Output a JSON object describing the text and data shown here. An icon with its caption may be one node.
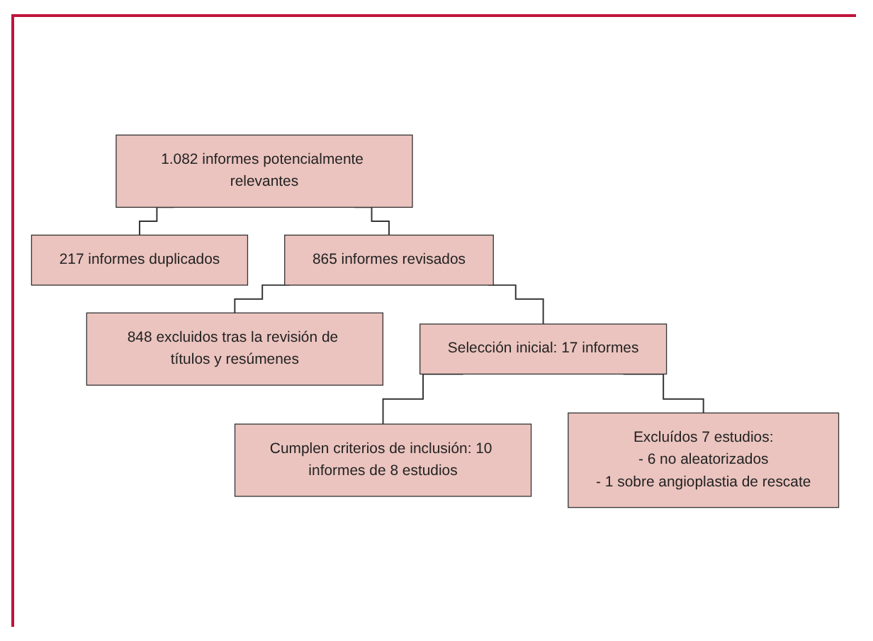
{
  "diagram": {
    "nodes": [
      {
        "text": [
          "1.082 informes potencialmente relevantes"
        ]
      },
      {
        "text": [
          "217 informes duplicados"
        ]
      },
      {
        "text": [
          "865 informes revisados"
        ]
      },
      {
        "text": [
          "848 excluidos tras la revisión de títulos y resúmenes"
        ]
      },
      {
        "text": [
          "Selección inicial: 17 informes"
        ]
      },
      {
        "text": [
          "Excluídos 7 estudios:",
          "- 6 no aleatorizados",
          "- 1 sobre angioplastia de rescate"
        ]
      },
      {
        "text": [
          "Cumplen criterios de inclusión: 10 informes de 8 estudios"
        ]
      }
    ],
    "edges": [
      {
        "from": 0,
        "to": 2,
        "arrow": "none"
      },
      {
        "from": 0,
        "to": 1,
        "arrow": "none"
      },
      {
        "from": 2,
        "to": 4,
        "arrow": "none"
      },
      {
        "from": 2,
        "to": 3,
        "arrow": "none"
      },
      {
        "from": 4,
        "to": 6,
        "arrow": "none"
      },
      {
        "from": 4,
        "to": 5,
        "arrow": "none"
      }
    ]
  }
}
